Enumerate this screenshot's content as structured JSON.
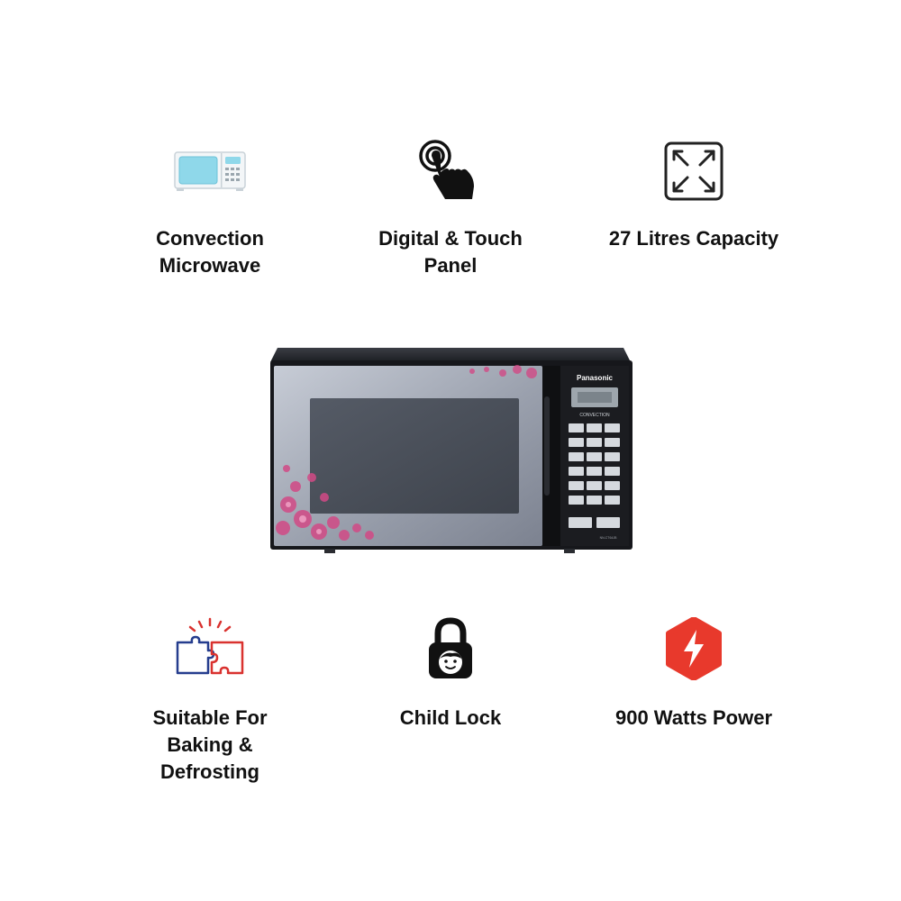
{
  "features": [
    {
      "label": "Convection\nMicrowave",
      "icon": "microwave-icon"
    },
    {
      "label": "Digital & Touch\nPanel",
      "icon": "touch-panel-icon"
    },
    {
      "label": "27 Litres Capacity",
      "icon": "capacity-expand-icon"
    },
    {
      "label": "Suitable For\nBaking &\nDefrosting",
      "icon": "puzzle-icon"
    },
    {
      "label": "Child Lock",
      "icon": "child-lock-icon"
    },
    {
      "label": "900 Watts Power",
      "icon": "power-bolt-icon"
    }
  ],
  "product": {
    "brand": "Panasonic",
    "mode_label": "CONVECTION",
    "model": "NN-CT64JB"
  },
  "colors": {
    "text": "#111111",
    "power_badge": "#e8392c",
    "puzzle_red": "#d9322f",
    "puzzle_blue": "#253d8e",
    "microwave_screen": "#8fd8ea",
    "flower_pink": "#d24a86"
  }
}
